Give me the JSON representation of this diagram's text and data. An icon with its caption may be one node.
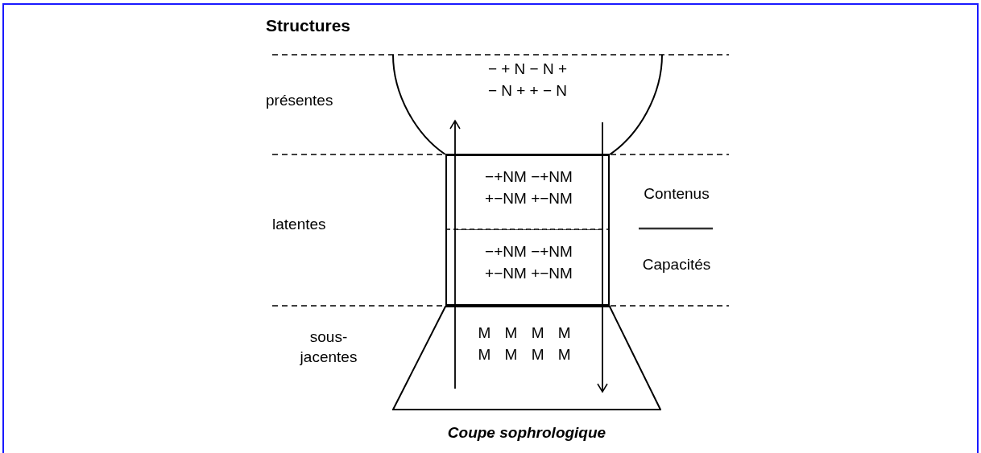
{
  "diagram": {
    "title": "Structures",
    "caption": "Coupe sophrologique",
    "nodes": [
      {
        "text": [
          "− + N − N +",
          "− N + + − N"
        ]
      },
      {
        "text": [
          "−+NM −+NM",
          "+−NM +−NM"
        ]
      },
      {
        "text": [
          "−+NM −+NM",
          "+−NM +−NM"
        ]
      },
      {
        "text": [
          "M M M M",
          "M M M M"
        ]
      }
    ],
    "edges": [
      {
        "from": 3,
        "to": 0,
        "arrow": "to"
      },
      {
        "from": 0,
        "to": 3,
        "arrow": "to"
      }
    ],
    "labels": [
      "présentes",
      "latentes",
      "sous-jacentes",
      "Contenus",
      "Capacités"
    ]
  }
}
